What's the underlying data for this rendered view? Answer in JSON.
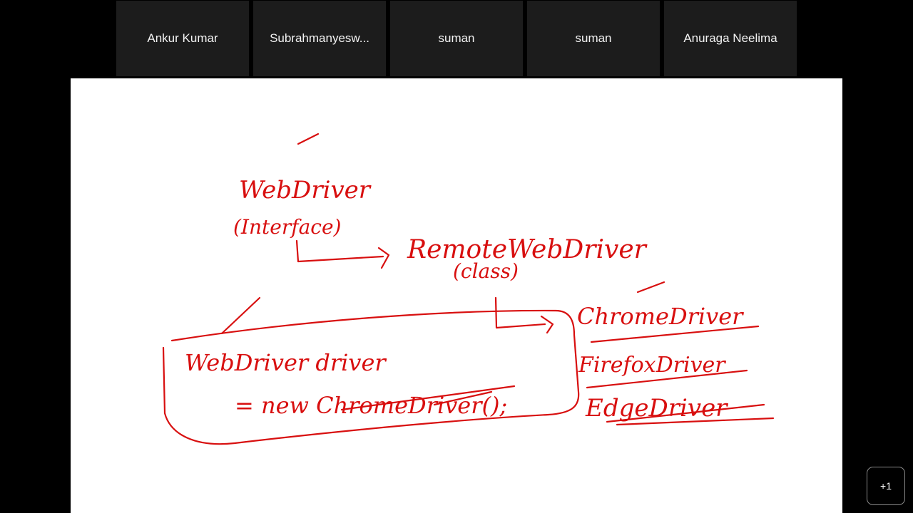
{
  "participants": [
    {
      "name": "Ankur Kumar"
    },
    {
      "name": "Subrahmanyesw..."
    },
    {
      "name": "suman"
    },
    {
      "name": "suman"
    },
    {
      "name": "Anuraga Neelima"
    }
  ],
  "more_participants": {
    "label": "+1"
  },
  "whiteboard": {
    "ink_color": "#d80f0f",
    "notes": {
      "webdriver": "WebDriver",
      "interface": "(Interface)",
      "remote_webdriver": "RemoteWebDriver",
      "class": "(class)",
      "code_line1": "WebDriver driver",
      "code_line2": "= new ChromeDriver();",
      "chrome_driver": "ChromeDriver",
      "firefox_driver": "FirefoxDriver",
      "edge_driver": "EdgeDriver"
    }
  }
}
